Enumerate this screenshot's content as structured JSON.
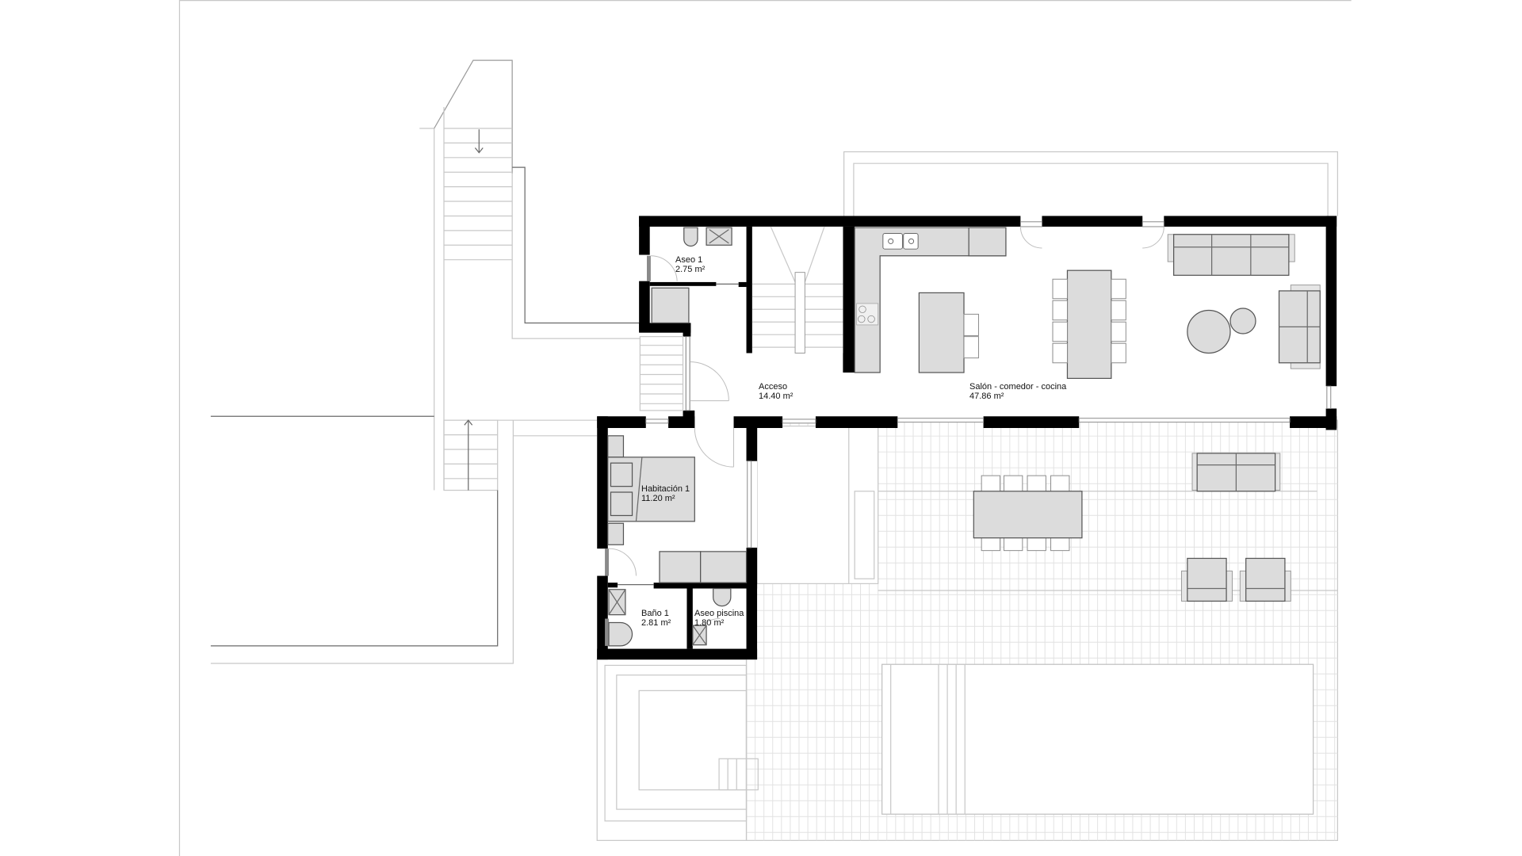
{
  "drawing": {
    "type": "floor plan",
    "colors": {
      "wall": "#000000",
      "furniture": "#dcdcdc",
      "lines": "#c8c8c8",
      "background": "#ffffff"
    }
  },
  "rooms": [
    {
      "id": "aseo1",
      "name": "Aseo 1",
      "area": "2.75 m²"
    },
    {
      "id": "acceso",
      "name": "Acceso",
      "area": "14.40 m²"
    },
    {
      "id": "salon",
      "name": "Salón - comedor - cocina",
      "area": "47.86 m²"
    },
    {
      "id": "habitacion1",
      "name": "Habitación 1",
      "area": "11.20 m²"
    },
    {
      "id": "bano1",
      "name": "Baño 1",
      "area": "2.81 m²"
    },
    {
      "id": "aseo_piscina",
      "name": "Aseo piscina",
      "area": "1.80 m²"
    }
  ],
  "symbols": {
    "stair_down_arrow": "↓",
    "stair_up_arrow": "↑"
  }
}
